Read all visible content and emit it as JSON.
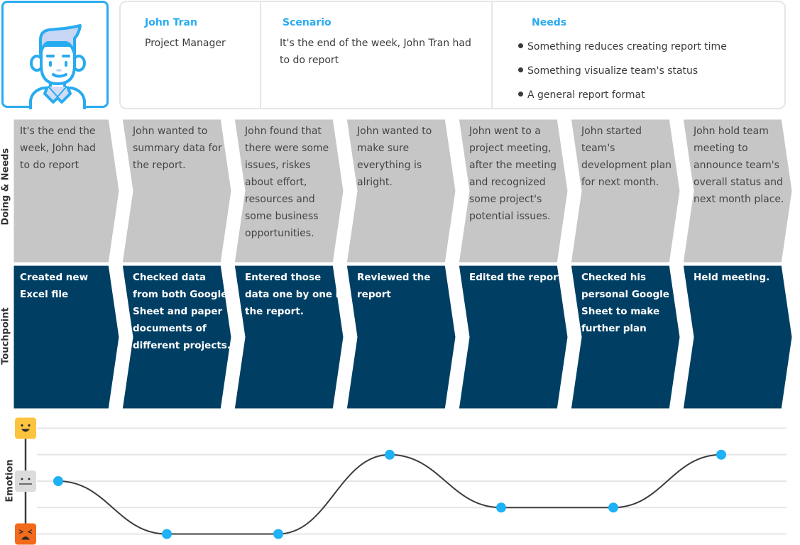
{
  "persona": {
    "name": "John Tran",
    "role": "Project Manager",
    "avatar_icon": "man-avatar-icon",
    "accent_color": "#29abf0"
  },
  "scenario": {
    "title": "Scenario",
    "text_line1": "It's the end of the week, John Tran had",
    "text_line2": "to do report"
  },
  "needs": {
    "title": "Needs",
    "items": [
      "Something reduces creating report time",
      "Something visualize team's status",
      "A general report format"
    ]
  },
  "rows": {
    "doing_label": "Doing & Needs",
    "touchpoint_label": "Touchpoint",
    "emotion_label": "Emotion",
    "doing_color": "#c6c6c6",
    "touchpoint_color": "#003f63"
  },
  "stages": [
    {
      "doing": [
        "It's the end the",
        "week, John had",
        "to do report"
      ],
      "touchpoint": [
        "Created new",
        "Excel file"
      ]
    },
    {
      "doing": [
        "John wanted to",
        "summary data for",
        "the report."
      ],
      "touchpoint": [
        "Checked data",
        "from both Google",
        "Sheet and paper",
        "documents of",
        "different projects."
      ]
    },
    {
      "doing": [
        "John found that",
        "there were some",
        "issues, riskes",
        "about effort,",
        "resources and",
        "some business",
        "opportunities."
      ],
      "touchpoint": [
        "Entered those",
        "data one by one in",
        "the report."
      ]
    },
    {
      "doing": [
        "John wanted to",
        "make sure",
        "everything is",
        "alright."
      ],
      "touchpoint": [
        "Reviewed the",
        "report"
      ]
    },
    {
      "doing": [
        "John went to a",
        "project meeting,",
        "after the meeting",
        "and recognized",
        "some project's",
        "potential issues."
      ],
      "touchpoint": [
        "Edited the report"
      ]
    },
    {
      "doing": [
        "John started",
        "team's",
        "development plan",
        "for next month."
      ],
      "touchpoint": [
        "Checked his",
        "personal Google",
        "Sheet to make",
        "further plan"
      ]
    },
    {
      "doing": [
        "John hold team",
        "meeting to",
        "announce team's",
        "overall status and",
        "next month place."
      ],
      "touchpoint": [
        "Held meeting."
      ]
    }
  ],
  "chart_data": {
    "type": "line",
    "title": "Emotion",
    "x": [
      1,
      2,
      3,
      4,
      5,
      6,
      7
    ],
    "values": [
      0,
      -2,
      -2,
      1,
      -1,
      -1,
      1
    ],
    "ylim": [
      -2,
      2
    ],
    "levels": [
      {
        "value": 2,
        "icon": "happy-face-icon",
        "color": "#fcc43e"
      },
      {
        "value": 0,
        "icon": "neutral-face-icon",
        "color": "#dcdcdc"
      },
      {
        "value": -2,
        "icon": "sad-face-icon",
        "color": "#f26a1b"
      }
    ],
    "line_color": "#3d3d3d",
    "point_color": "#1eb1f5",
    "grid": true
  }
}
